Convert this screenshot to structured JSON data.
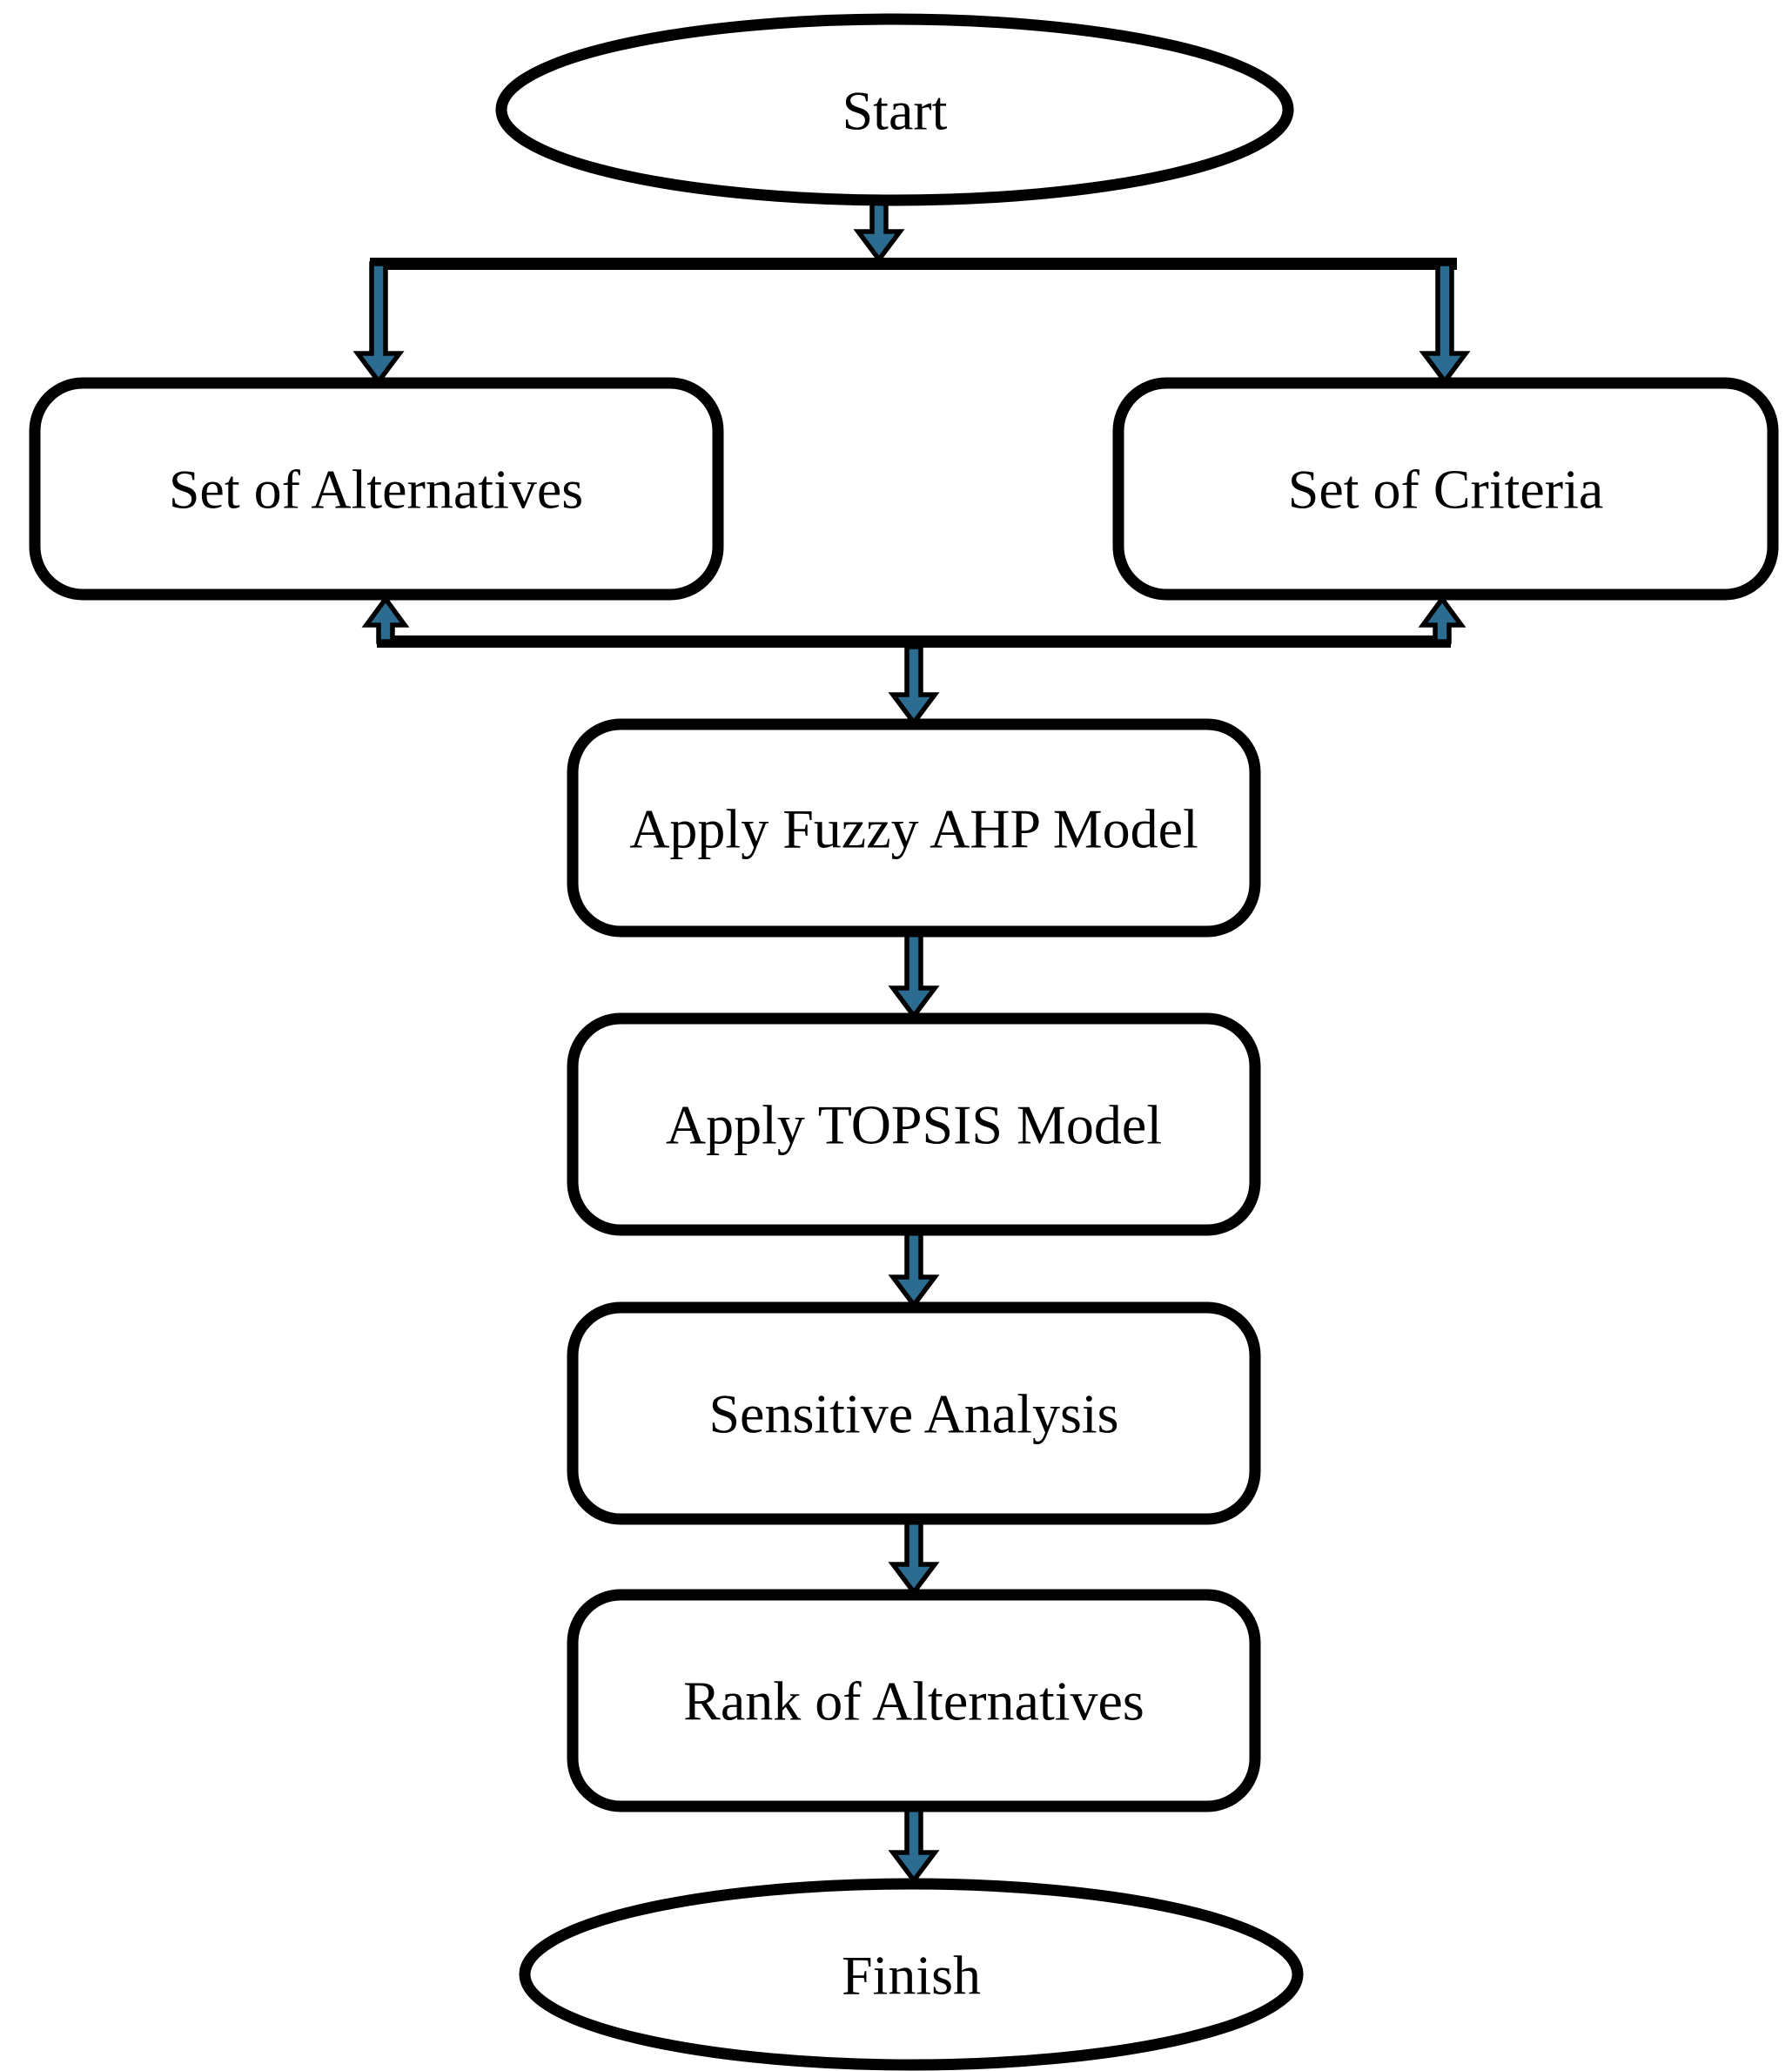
{
  "diagram": {
    "background": "#ffffff",
    "stroke_color": "#000000",
    "arrow_color": "#2d6c91",
    "text_color": "#000000",
    "nodes": {
      "start": {
        "label": "Start",
        "shape": "ellipse"
      },
      "alternatives": {
        "label": "Set of Alternatives",
        "shape": "rounded-rect"
      },
      "criteria": {
        "label": "Set of Criteria",
        "shape": "rounded-rect"
      },
      "fuzzy_ahp": {
        "label": "Apply Fuzzy AHP Model",
        "shape": "rounded-rect"
      },
      "topsis": {
        "label": "Apply TOPSIS Model",
        "shape": "rounded-rect"
      },
      "sensitive": {
        "label": "Sensitive Analysis",
        "shape": "rounded-rect"
      },
      "rank": {
        "label": "Rank of Alternatives",
        "shape": "rounded-rect"
      },
      "finish": {
        "label": "Finish",
        "shape": "ellipse"
      }
    },
    "edges": [
      {
        "from": "start",
        "to": "branch-line"
      },
      {
        "from": "branch-line",
        "to": "alternatives"
      },
      {
        "from": "branch-line",
        "to": "criteria"
      },
      {
        "from": "merge-line",
        "to": "alternatives"
      },
      {
        "from": "merge-line",
        "to": "criteria"
      },
      {
        "from": "merge-line",
        "to": "fuzzy_ahp"
      },
      {
        "from": "fuzzy_ahp",
        "to": "topsis"
      },
      {
        "from": "topsis",
        "to": "sensitive"
      },
      {
        "from": "sensitive",
        "to": "rank"
      },
      {
        "from": "rank",
        "to": "finish"
      }
    ]
  }
}
